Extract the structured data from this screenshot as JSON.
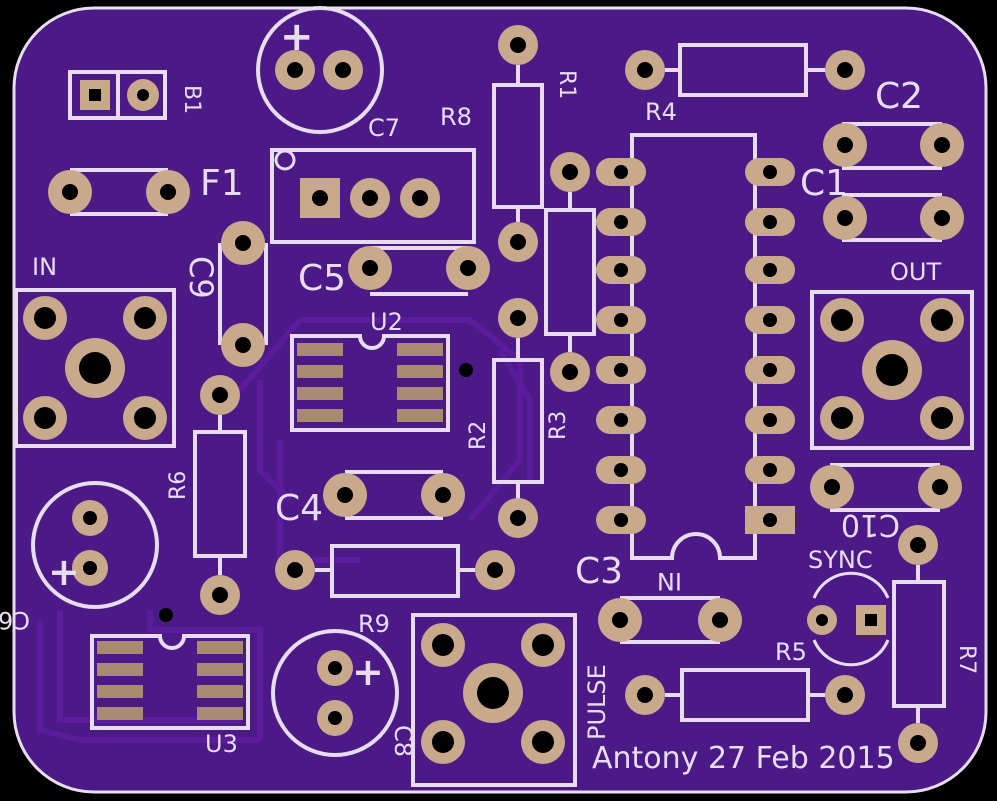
{
  "board": {
    "colors": {
      "background": "#000000",
      "board": "#4b1a86",
      "silkscreen": "#e8dcf0",
      "pad": "#c9a98c",
      "hole": "#000000"
    },
    "signature": "Antony 27 Feb 2015",
    "components": {
      "b1": "B1",
      "c7": "C7",
      "r8": "R8",
      "r1": "R1",
      "r4": "R4",
      "c2": "C2",
      "f1": "F1",
      "c1": "C1",
      "c9": "C9",
      "c5": "C5",
      "in": "IN",
      "out": "OUT",
      "u2": "U2",
      "r2": "R2",
      "r3": "R3",
      "r6": "R6",
      "c4": "C4",
      "c10": "C10",
      "c3": "C3",
      "sync": "SYNC",
      "c6": "C6",
      "in2": "IN",
      "r5": "R5",
      "r7": "R7",
      "r9": "R9",
      "pulse": "PULSE",
      "c8": "C8",
      "u3": "U3"
    },
    "polarity_marks": {
      "c7": "+",
      "c6": "+",
      "c8": "+"
    }
  }
}
